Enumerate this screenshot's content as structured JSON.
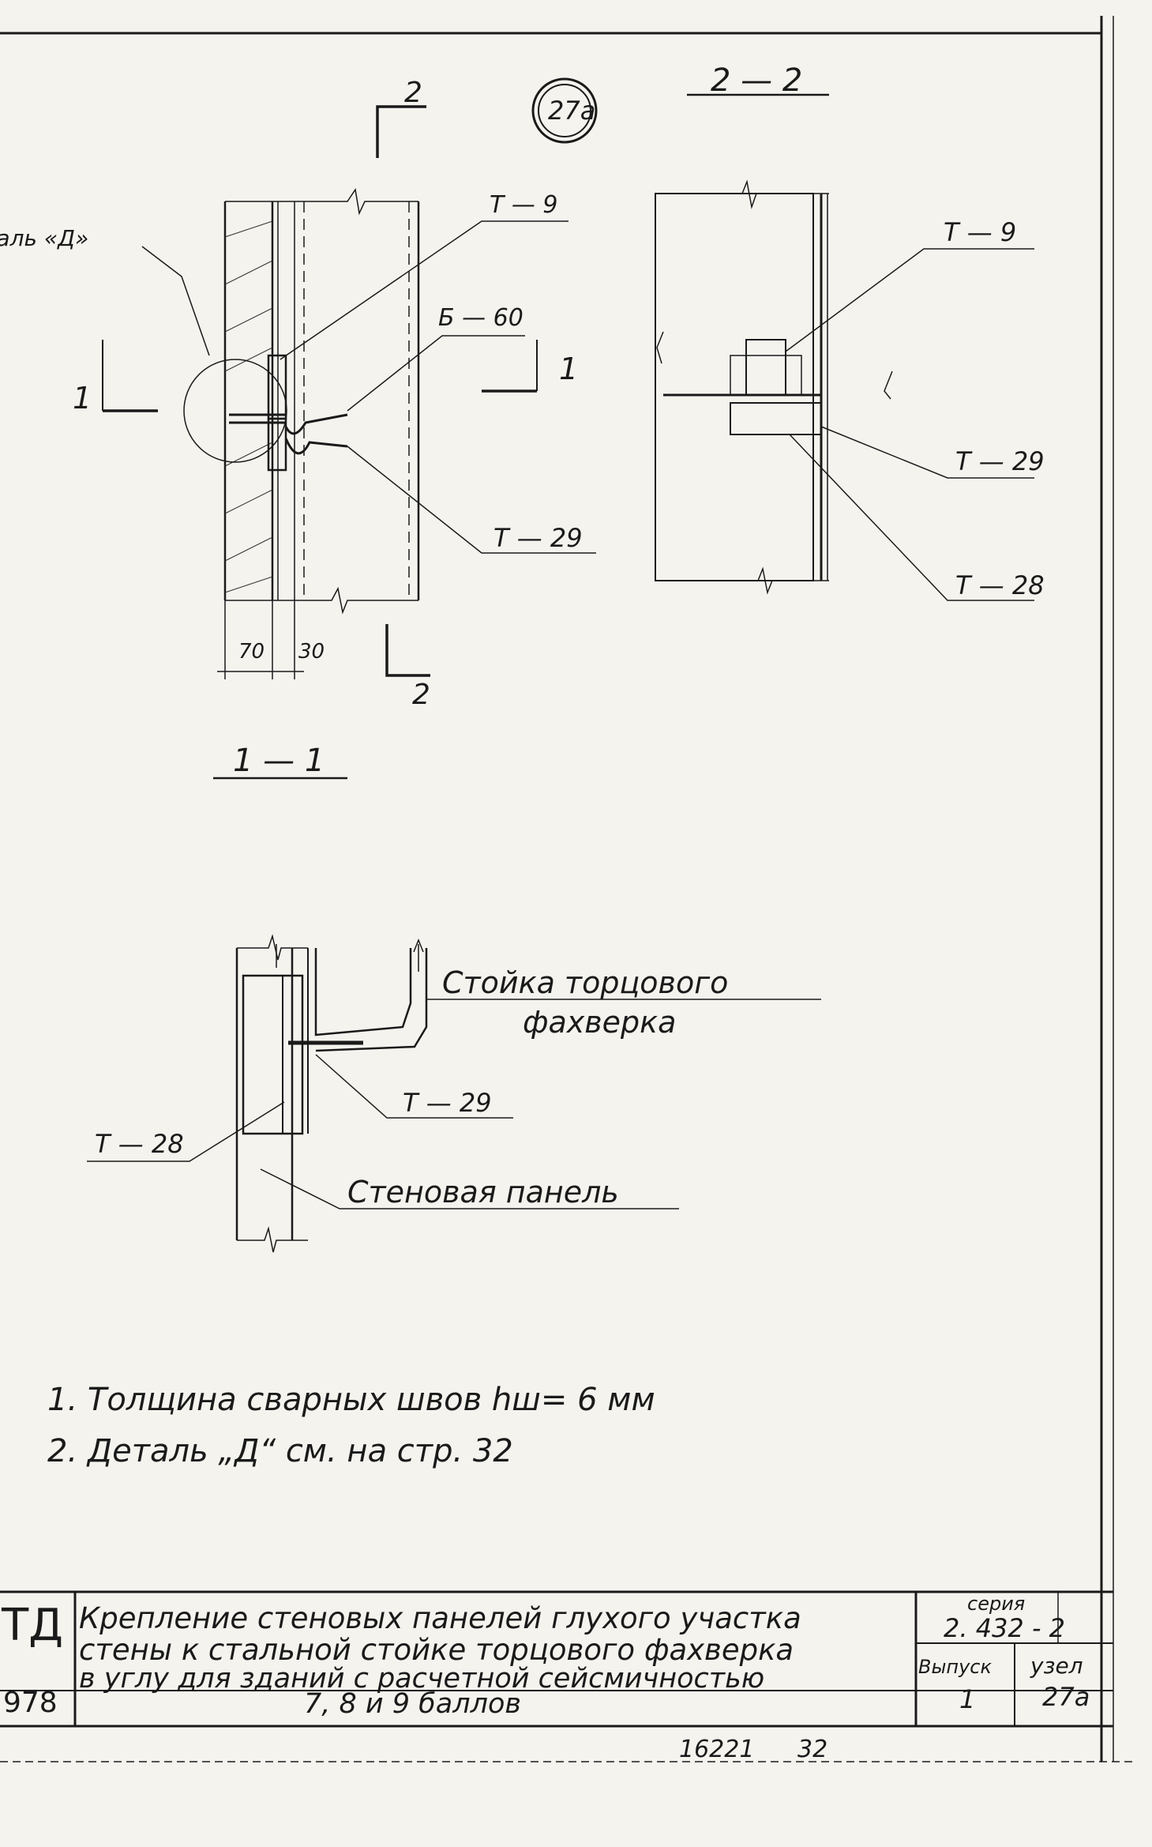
{
  "sheet": {
    "badge": "27a",
    "section_mark": "2"
  },
  "view_1_1": {
    "title": "1 — 1",
    "section_arrow": "1",
    "section_arrow_right": "1",
    "detail_callout": "Деталь «Д»",
    "leader_t9": "Т — 9",
    "leader_b60": "Б — 60",
    "leader_t29": "Т — 29",
    "dim_70": "70",
    "dim_30": "30",
    "section_mark_bottom": "2"
  },
  "view_2_2": {
    "title": "2 — 2",
    "leader_t9": "Т — 9",
    "leader_t29": "Т — 29",
    "leader_t28": "Т — 28"
  },
  "detail_plan": {
    "label_column_line1": "Стойка торцового",
    "label_column_line2": "фахверка",
    "leader_t29": "Т — 29",
    "leader_t28": "Т — 28",
    "label_panel": "Стеновая панель"
  },
  "notes": [
    "1.  Толщина   сварных  швов   hш= 6 мм",
    "2.  Деталь  „Д“ см. на стр. 32"
  ],
  "title_block": {
    "org_fragment": "ТД",
    "year_fragment": "978",
    "description_line1": "Крепление стеновых панелей глухого участка",
    "description_line2": "стены к стальной стойке торцового фахверка",
    "description_line3": "в углу для зданий  с  расчетной сейсмичностью",
    "description_line4": "7, 8 и 9   баллов",
    "series_label": "серия",
    "series_value": "2. 432 - 2",
    "issue_label": "Выпуск",
    "issue_value": "1",
    "node_label": "узел",
    "node_value": "27а"
  },
  "footer": {
    "archive_number": "16221",
    "page_number": "32"
  }
}
